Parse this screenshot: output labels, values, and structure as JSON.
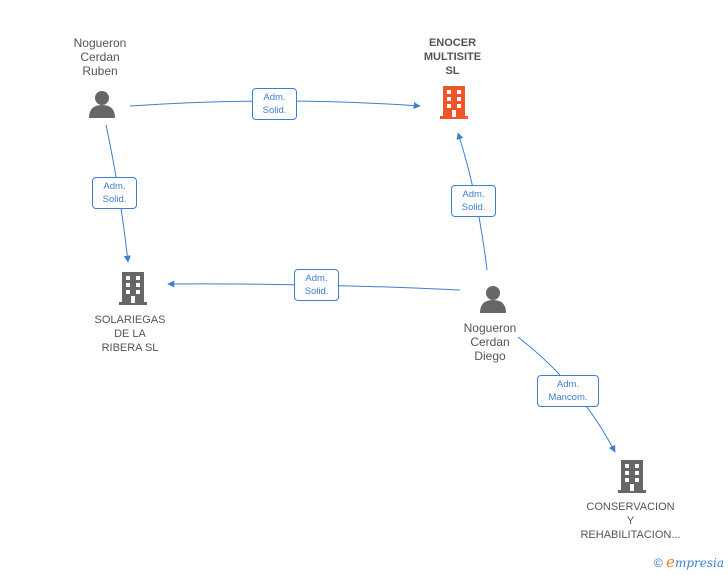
{
  "colors": {
    "edge": "#3b7fd0",
    "person": "#666666",
    "company": "#666666",
    "company_highlight": "#f0552a"
  },
  "nodes": {
    "ruben": {
      "label": "Nogueron\nCerdan\nRuben",
      "icon": "person-icon"
    },
    "enocer": {
      "label": "ENOCER\nMULTISITE\nSL",
      "icon": "building-icon"
    },
    "solariegas": {
      "label": "SOLARIEGAS\nDE LA\nRIBERA  SL",
      "icon": "building-icon"
    },
    "diego": {
      "label": "Nogueron\nCerdan\nDiego",
      "icon": "person-icon"
    },
    "conservacion": {
      "label": "CONSERVACION\nY\nREHABILITACION...",
      "icon": "building-icon"
    }
  },
  "edges": {
    "ruben_enocer": "Adm.\nSolid.",
    "ruben_solariegas": "Adm.\nSolid.",
    "diego_enocer": "Adm.\nSolid.",
    "diego_solariegas": "Adm.\nSolid.",
    "diego_conservacion": "Adm.\nMancom."
  },
  "footer": {
    "copyright": "©",
    "brand_e": "e",
    "brand_rest": "mpresia"
  }
}
